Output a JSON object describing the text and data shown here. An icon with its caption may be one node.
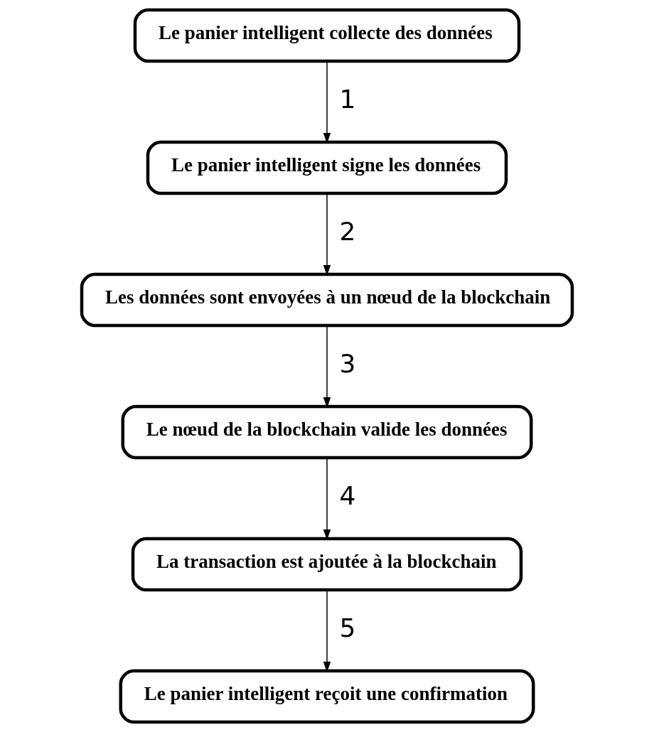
{
  "diagram": {
    "nodes": [
      {
        "text": [
          "Le panier intelligent collecte des données"
        ]
      },
      {
        "text": [
          "Le panier intelligent signe les données"
        ]
      },
      {
        "text": [
          "Les données sont envoyées à un nœud de la blockchain"
        ]
      },
      {
        "text": [
          "Le nœud de la blockchain valide les données"
        ]
      },
      {
        "text": [
          "La transaction est ajoutée à la blockchain"
        ]
      },
      {
        "text": [
          "Le panier intelligent reçoit une confirmation"
        ]
      }
    ],
    "edges": [
      {
        "from": 0,
        "to": 1,
        "arrow": "to",
        "label": "1"
      },
      {
        "from": 1,
        "to": 2,
        "arrow": "to",
        "label": "2"
      },
      {
        "from": 2,
        "to": 3,
        "arrow": "to",
        "label": "3"
      },
      {
        "from": 3,
        "to": 4,
        "arrow": "to",
        "label": "4"
      },
      {
        "from": 4,
        "to": 5,
        "arrow": "to",
        "label": "5"
      }
    ]
  }
}
